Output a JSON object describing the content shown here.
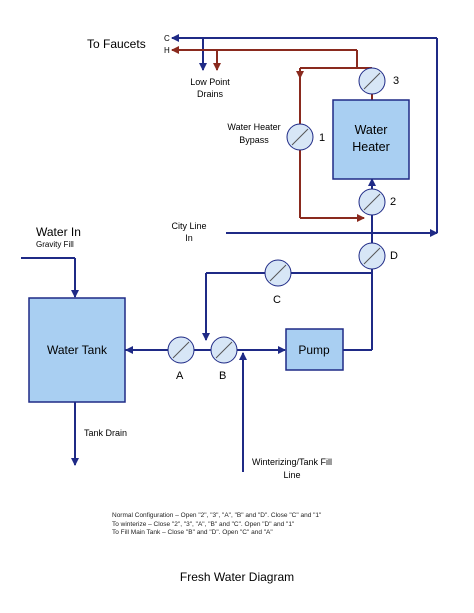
{
  "labels": {
    "to_faucets": "To Faucets",
    "c_letter": "C",
    "h_letter": "H",
    "low_point_drains_1": "Low Point",
    "low_point_drains_2": "Drains",
    "water_heater_bypass_1": "Water Heater",
    "water_heater_bypass_2": "Bypass",
    "city_line_1": "City Line",
    "city_line_2": "In",
    "water_in": "Water In",
    "gravity_fill": "Gravity Fill",
    "tank_drain": "Tank Drain",
    "winterizing_1": "Winterizing/Tank Fill",
    "winterizing_2": "Line"
  },
  "components": {
    "water_heater_1": "Water",
    "water_heater_2": "Heater",
    "water_tank": "Water Tank",
    "pump": "Pump"
  },
  "valves": {
    "v3": "3",
    "v1": "1",
    "v2": "2",
    "vD": "D",
    "vC": "C",
    "vA": "A",
    "vB": "B"
  },
  "notes": [
    "Normal Configuration – Open \"2\", \"3\", \"A\", \"B\" and \"D\".  Close \"C\" and \"1\"",
    "To winterize – Close \"2\", \"3\", \"A\", \"B\" and \"C\".  Open \"D\" and \"1\"",
    "To Fill Main Tank – Close \"B\" and \"D\".  Open \"C\" and \"A\""
  ],
  "caption": "Fresh Water Diagram",
  "colors": {
    "pipe_cold": "#1f2a86",
    "pipe_hot": "#8a2a1e",
    "component_fill": "#a9cff2"
  }
}
